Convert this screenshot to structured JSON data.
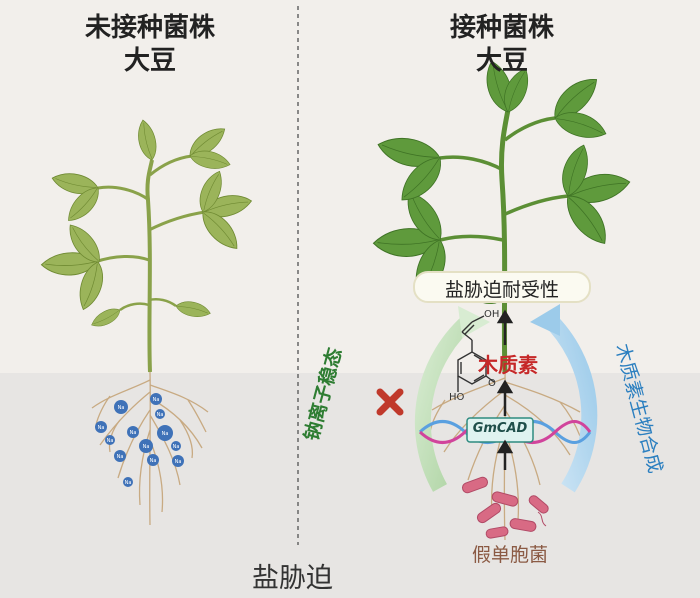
{
  "left_panel": {
    "title_line1": "未接种菌株",
    "title_line2": "大豆",
    "ion_label": "Na"
  },
  "right_panel": {
    "title_line1": "接种菌株",
    "title_line2": "大豆",
    "tolerance_box": "盐胁迫耐受性",
    "lignin_label": "木质素",
    "gene_label": "GmCAD",
    "left_arc_label": "钠离子稳态",
    "right_arc_label": "木质素生物合成",
    "bacteria_label": "假单胞菌",
    "molecule_oh_top": "OH",
    "molecule_oh_bottom": "HO",
    "molecule_o": "O"
  },
  "bottom_label": "盐胁迫",
  "colors": {
    "background_top": "#f2efeb",
    "soil": "#e7e5e3",
    "leaf_untreated": "#9bb45a",
    "leaf_treated": "#5f9a3c",
    "tolerance_text": "#222222",
    "lignin_text": "#c62828",
    "arc_left": "#b9d9b0",
    "arc_right": "#b5d6ec",
    "left_arc_text": "#2e7d32",
    "right_arc_text": "#2b7fc0",
    "bacteria": "#d86a84",
    "bacteria_text": "#8b5a44",
    "ions": "#3f72b8",
    "cross": "#c0392b"
  }
}
